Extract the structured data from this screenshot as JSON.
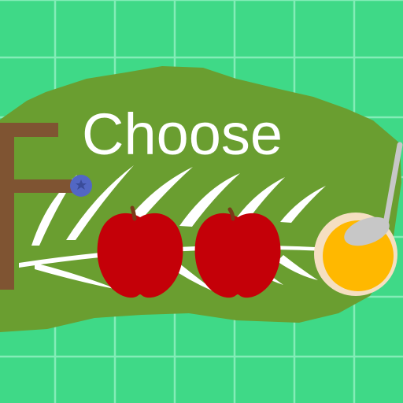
{
  "title": {
    "line1": "Choose",
    "line2": "Food"
  },
  "logo_letters": [
    "F",
    "o",
    "o",
    "d"
  ],
  "icons": {
    "letter_f": "wooden-letter-f-icon",
    "blueberry": "blueberry-icon",
    "apple_1": "red-apple-icon",
    "apple_2": "red-apple-icon",
    "honey_bowl": "honey-bowl-with-spoon-icon",
    "leaf": "green-leaf-icon"
  },
  "colors": {
    "background": "#3fd987",
    "grid_lines": "#8ff0c0",
    "leaf": "#6a9e30",
    "leaf_veins": "#ffffff",
    "wood": "#7f5432",
    "blueberry": "#5267c4",
    "apple": "#c40008",
    "apple_stem": "#7a3a18",
    "bowl_rim": "#f5dfc1",
    "honey": "#ffb800",
    "spoon": "#c7c7c7",
    "title_text": "#ffffff"
  }
}
